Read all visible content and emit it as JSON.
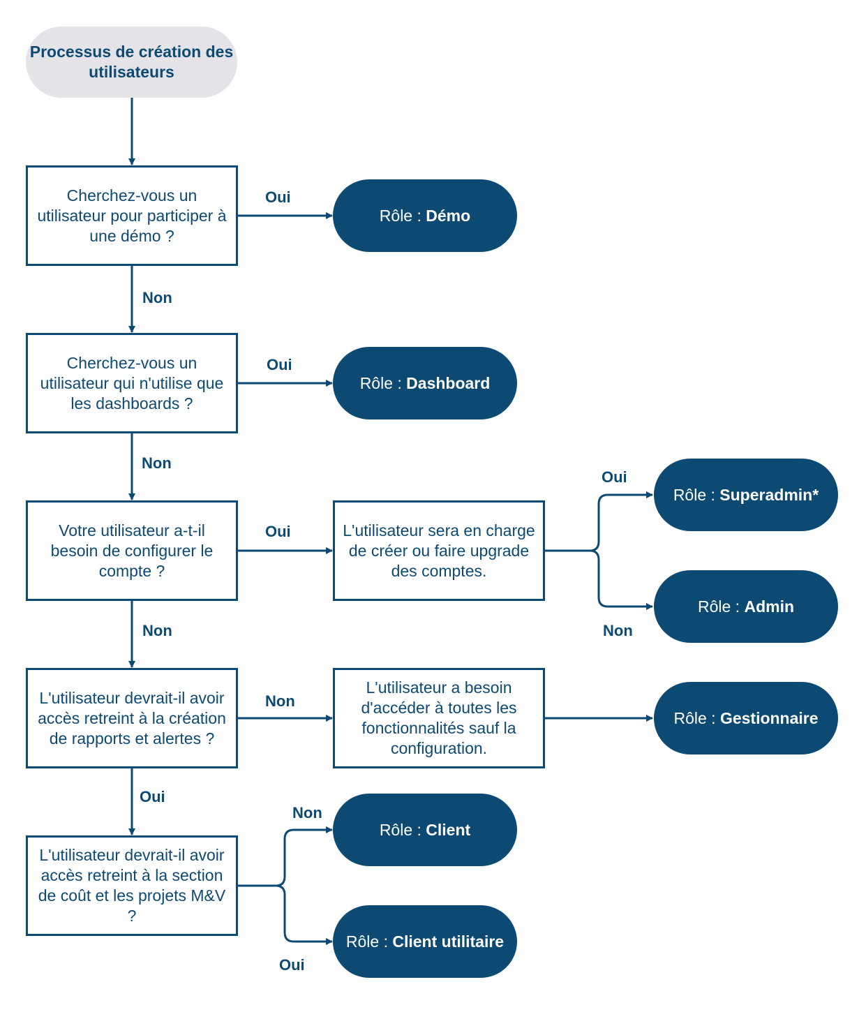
{
  "title": "Processus de création des utilisateurs",
  "role_prefix": "Rôle :",
  "questions": [
    "Cherchez-vous un utilisateur pour participer à une démo ?",
    "Cherchez-vous un utilisateur qui n'utilise que les dashboards ?",
    "Votre utilisateur a-t-il besoin de configurer le compte ?",
    "L'utilisateur devrait-il avoir accès retreint à la création de rapports et alertes ?",
    "L'utilisateur devrait-il avoir accès retreint à la section de coût et les projets M&V ?"
  ],
  "intermediates": [
    "L'utilisateur sera en charge de créer ou faire upgrade des comptes.",
    "L'utilisateur a besoin d'accéder à toutes les fonctionnalités sauf la configuration."
  ],
  "roles": [
    "Démo",
    "Dashboard",
    "Superadmin*",
    "Admin",
    "Gestionnaire",
    "Client",
    "Client utilitaire"
  ],
  "edge_labels": {
    "q1_yes": "Oui",
    "q1_no": "Non",
    "q2_yes": "Oui",
    "q2_no": "Non",
    "q3_yes": "Oui",
    "q3_no": "Non",
    "i1_yes": "Oui",
    "i1_no": "Non",
    "q4_no": "Non",
    "q4_yes": "Oui",
    "q5_no": "Non",
    "q5_yes": "Oui"
  },
  "colors": {
    "primary": "#0d4a73",
    "start_fill": "#e4e4e8",
    "role_text": "#ffffff"
  }
}
